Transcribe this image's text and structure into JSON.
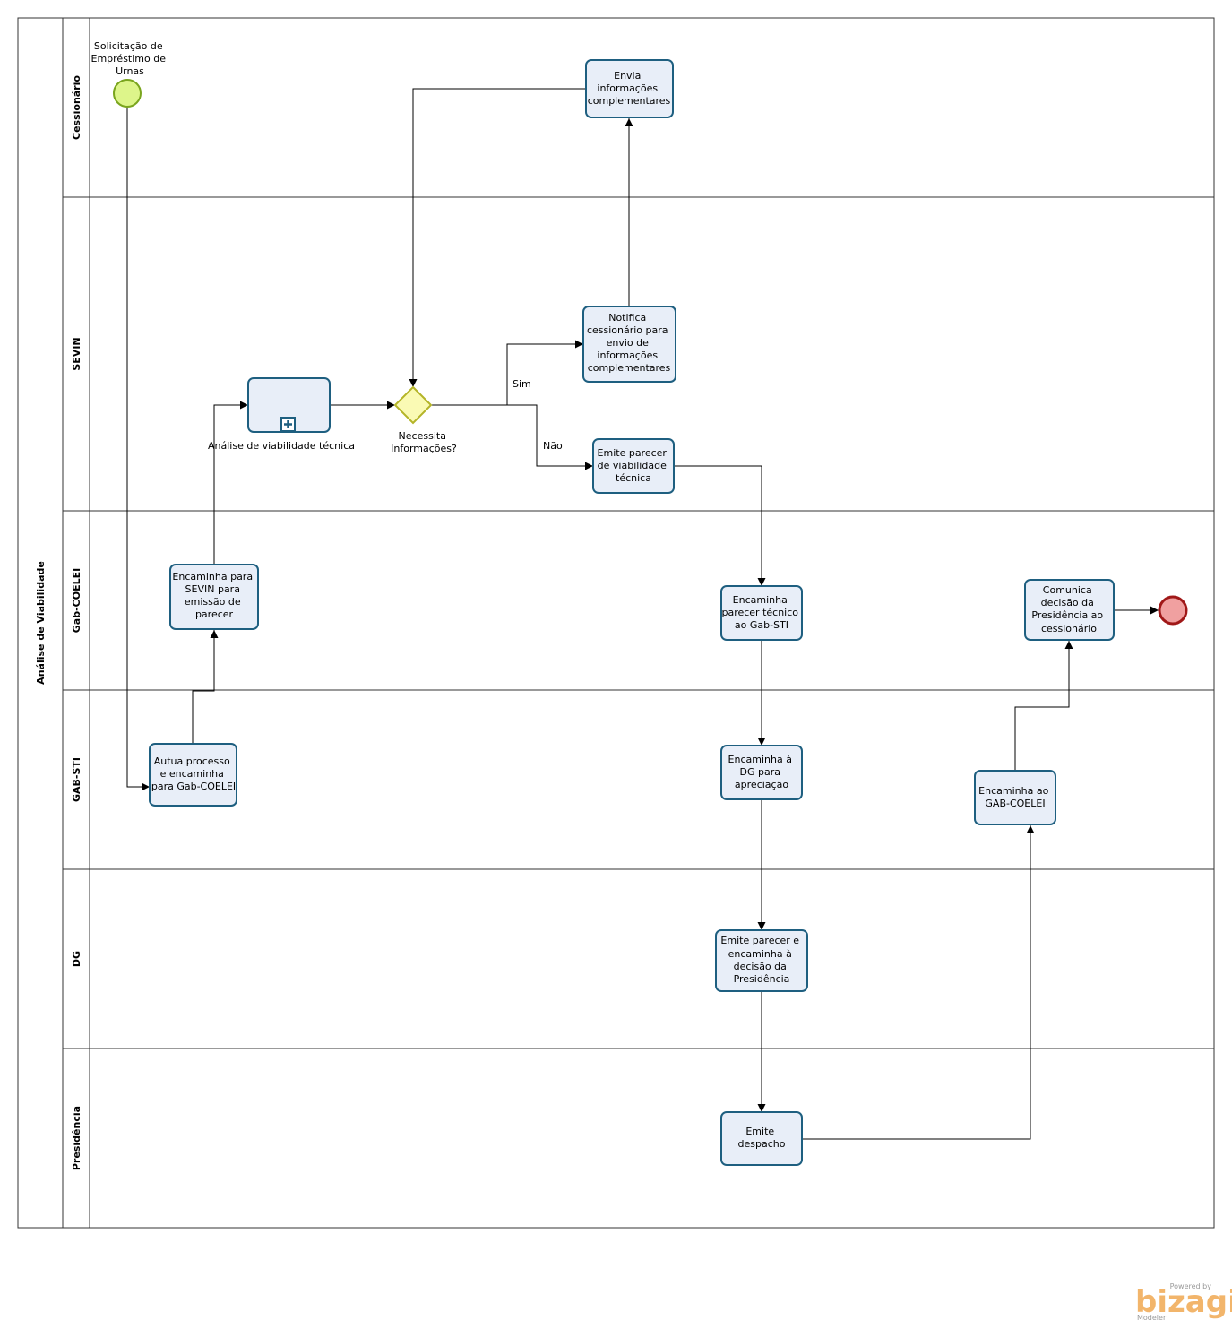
{
  "pool": {
    "label": "Análise de Viabilidade"
  },
  "lanes": [
    {
      "id": "cessionario",
      "label": "Cessionário"
    },
    {
      "id": "sevin",
      "label": "SEVIN"
    },
    {
      "id": "gabcoelei",
      "label": "Gab-COELEI"
    },
    {
      "id": "gabsti",
      "label": "GAB-STI"
    },
    {
      "id": "dg",
      "label": "DG"
    },
    {
      "id": "presidencia",
      "label": "Presidência"
    }
  ],
  "start_event": {
    "lines": [
      "Solicitação de",
      "Empréstimo de",
      "Urnas"
    ]
  },
  "end_event": {},
  "tasks": {
    "envia": {
      "lines": [
        "Envia",
        "informações",
        "complementares"
      ]
    },
    "notifica": {
      "lines": [
        "Notifica",
        "cessionário para",
        "envio de",
        "informações",
        "complementares"
      ]
    },
    "subprocess": {
      "lines": [
        "Análise de viabilidade técnica"
      ]
    },
    "emite_parecer": {
      "lines": [
        "Emite parecer",
        "de viabilidade",
        "técnica"
      ]
    },
    "encaminha_sevin": {
      "lines": [
        "Encaminha para",
        "SEVIN para",
        "emissão de",
        "parecer"
      ]
    },
    "encaminha_parecer": {
      "lines": [
        "Encaminha",
        "parecer técnico",
        "ao Gab-STI"
      ]
    },
    "comunica": {
      "lines": [
        "Comunica",
        "decisão da",
        "Presidência ao",
        "cessionário"
      ]
    },
    "autua": {
      "lines": [
        "Autua processo",
        "e encaminha",
        "para Gab-COELEI"
      ]
    },
    "encaminha_dg": {
      "lines": [
        "Encaminha à",
        "DG para",
        "apreciação"
      ]
    },
    "encaminha_gab": {
      "lines": [
        "Encaminha ao",
        "GAB-COELEI"
      ]
    },
    "emite_encaminha": {
      "lines": [
        "Emite parecer e",
        "encaminha à",
        "decisão da",
        "Presidência"
      ]
    },
    "emite_despacho": {
      "lines": [
        "Emite",
        "despacho"
      ]
    }
  },
  "gateway": {
    "lines": [
      "Necessita",
      "Informações?"
    ]
  },
  "edge_labels": {
    "yes": "Sim",
    "no": "Não"
  },
  "watermark": {
    "powered": "Powered by",
    "brand": "bizagi",
    "product": "Modeler"
  },
  "colors": {
    "task_fill": "#e8eef8",
    "task_stroke": "#1e5f80",
    "start_fill": "#ddf58a",
    "start_stroke": "#7aa51e",
    "end_fill": "#f0a0a0",
    "end_stroke": "#a01818",
    "gateway_fill": "#fafab4",
    "gateway_stroke": "#b4b428"
  }
}
